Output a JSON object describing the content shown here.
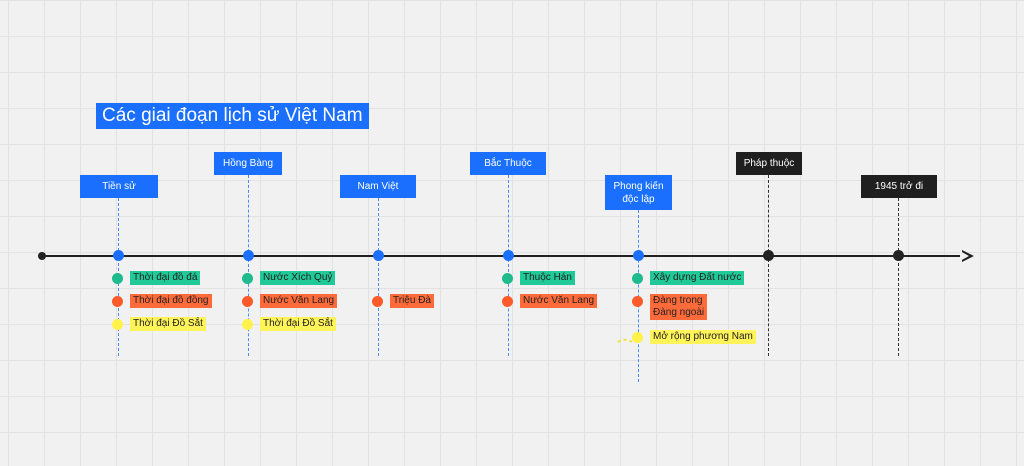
{
  "title": "Các giai đoạn lịch sử Việt Nam",
  "colors": {
    "blue": "#1a6fff",
    "black": "#1f1f1f",
    "green": "#20c997",
    "orange": "#ff6a3a",
    "yellow": "#fff35a"
  },
  "milestones": [
    {
      "label": "Tiền sử",
      "style": "blue",
      "items": [
        {
          "text": "Thời đại đồ đá",
          "color": "green"
        },
        {
          "text": "Thời đại đồ đồng",
          "color": "orange"
        },
        {
          "text": "Thời đại Đồ Sắt",
          "color": "yellow"
        }
      ]
    },
    {
      "label": "Hồng Bàng",
      "style": "blue",
      "items": [
        {
          "text": "Nước Xích Quỷ",
          "color": "green"
        },
        {
          "text": "Nước Văn Lang",
          "color": "orange"
        },
        {
          "text": "Thời đại Đồ Sắt",
          "color": "yellow"
        }
      ]
    },
    {
      "label": "Nam Việt",
      "style": "blue",
      "items": [
        {
          "text": "Triệu Đà",
          "color": "orange"
        }
      ]
    },
    {
      "label": "Bắc Thuộc",
      "style": "blue",
      "items": [
        {
          "text": "Thuộc Hán",
          "color": "green"
        },
        {
          "text": "Nước Văn Lang",
          "color": "orange"
        }
      ]
    },
    {
      "label": "Phong kiến độc lập",
      "style": "blue",
      "items": [
        {
          "text": "Xây dựng Đất nước",
          "color": "green"
        },
        {
          "text": "Đàng trong\nĐàng ngoài",
          "color": "orange"
        },
        {
          "text": "Mở rộng phương Nam",
          "color": "yellow"
        }
      ]
    },
    {
      "label": "Pháp thuộc",
      "style": "black",
      "items": []
    },
    {
      "label": "1945 trở đi",
      "style": "black",
      "items": []
    }
  ]
}
